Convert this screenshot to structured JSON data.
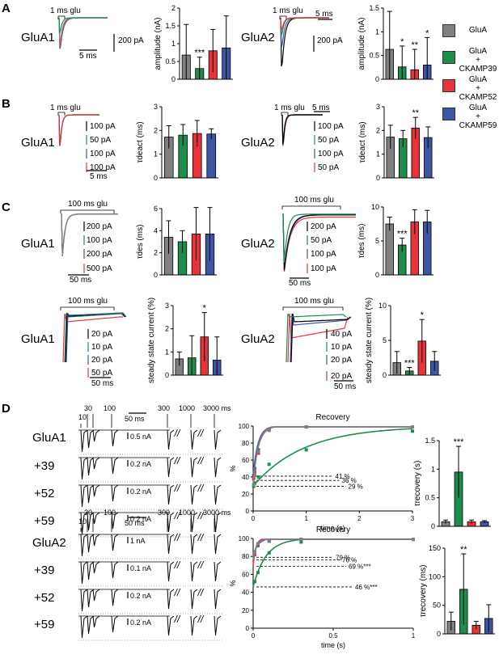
{
  "colors": {
    "gluA": "#808080",
    "ckamp39": "#1e8c4c",
    "ckamp52": "#e8333a",
    "ckamp59": "#3e55a5",
    "black": "#000000"
  },
  "panels": {
    "A": "A",
    "B": "B",
    "C": "C",
    "D": "D"
  },
  "receptors": {
    "glua1": "GluA1",
    "glua2": "GluA2"
  },
  "legend": [
    {
      "key": "gluA",
      "line1": "GluA",
      "line2": ""
    },
    {
      "key": "ckamp39",
      "line1": "GluA",
      "line2": "+ CKAMP39"
    },
    {
      "key": "ckamp52",
      "line1": "GluA",
      "line2": "+ CKAMP52"
    },
    {
      "key": "ckamp59",
      "line1": "GluA",
      "line2": "+ CKAMP59"
    }
  ],
  "trace_labels": {
    "a_glu1": "1 ms glu",
    "a_glu2": "1 ms glu",
    "a_scale1_y": "200 pA",
    "a_scale1_x": "5 ms",
    "a_scale2_y": "200 pA",
    "a_scale2_x": "5 ms",
    "b_glu1": "1 ms glu",
    "b_glu2": "1 ms glu",
    "b_scales1": [
      "100 pA",
      "50 pA",
      "100 pA",
      "100 pA"
    ],
    "b_time1": "5 ms",
    "b_scales2": [
      "100 pA",
      "50 pA",
      "100 pA",
      "50 pA"
    ],
    "b_time2": "5 ms",
    "c_glu1": "100 ms glu",
    "c_glu2": "100 ms glu",
    "c_glu3": "100 ms glu",
    "c_glu4": "100 ms glu",
    "c_scales1": [
      "200 pA",
      "100 pA",
      "200 pA",
      "500 pA"
    ],
    "c_time1": "50 ms",
    "c_scales2": [
      "200 pA",
      "50 pA",
      "100 pA",
      "100 pA"
    ],
    "c_time2": "50 ms",
    "c_scales3": [
      "20 pA",
      "10 pA",
      "20 pA",
      "50 pA"
    ],
    "c_time3": "50 ms",
    "c_scales4": [
      "40 pA",
      "10 pA",
      "20 pA",
      "20 pA"
    ],
    "c_time4": "50 ms"
  },
  "d_section": {
    "intervals": [
      "10",
      "30",
      "100",
      "300",
      "1000",
      "3000 ms"
    ],
    "time_scale": "50 ms",
    "rows1": [
      {
        "name": "GluA1",
        "scale": "0.5 nA"
      },
      {
        "name": "+39",
        "scale": "0.2 nA"
      },
      {
        "name": "+52",
        "scale": "0.2 nA"
      },
      {
        "name": "+59",
        "scale": "0.2 nA"
      }
    ],
    "rows2": [
      {
        "name": "GluA2",
        "scale": "1 nA"
      },
      {
        "name": "+39",
        "scale": "0.1 nA"
      },
      {
        "name": "+52",
        "scale": "0.2 nA"
      },
      {
        "name": "+59",
        "scale": "0.2 nA"
      }
    ],
    "break": "//"
  },
  "chart_data": [
    {
      "id": "a1",
      "type": "bar",
      "ylabel": "amplitude (nA)",
      "ylim": [
        0,
        2
      ],
      "ticks": [
        0,
        0.5,
        1,
        1.5,
        2
      ],
      "values": [
        0.68,
        0.3,
        0.8,
        0.88
      ],
      "errors": [
        0.86,
        0.32,
        0.6,
        0.9
      ],
      "stars": [
        "",
        "***",
        "",
        ""
      ]
    },
    {
      "id": "a2",
      "type": "bar",
      "ylabel": "amplitude (nA)",
      "ylim": [
        0,
        1.5
      ],
      "ticks": [
        0,
        0.5,
        1,
        1.5
      ],
      "values": [
        0.63,
        0.26,
        0.2,
        0.3
      ],
      "errors": [
        0.8,
        0.44,
        0.43,
        0.58
      ],
      "stars": [
        "",
        "*",
        "**",
        "*"
      ]
    },
    {
      "id": "b1",
      "type": "bar",
      "ylabel": "τdeact (ms)",
      "ylim": [
        0,
        3
      ],
      "ticks": [
        0,
        1,
        2,
        3
      ],
      "values": [
        1.72,
        1.8,
        1.87,
        1.85
      ],
      "errors": [
        0.48,
        0.45,
        0.55,
        0.22
      ],
      "stars": [
        "",
        "",
        "",
        ""
      ]
    },
    {
      "id": "b2",
      "type": "bar",
      "ylabel": "τdeact (ms)",
      "ylim": [
        0,
        3
      ],
      "ticks": [
        0,
        1,
        2,
        3
      ],
      "values": [
        1.72,
        1.65,
        2.1,
        1.7
      ],
      "errors": [
        0.5,
        0.35,
        0.45,
        0.45
      ],
      "stars": [
        "",
        "",
        "**",
        ""
      ]
    },
    {
      "id": "c1",
      "type": "bar",
      "ylabel": "τdes (ms)",
      "ylim": [
        0,
        6
      ],
      "ticks": [
        0,
        2,
        4,
        6
      ],
      "values": [
        3.4,
        3.0,
        3.7,
        3.7
      ],
      "errors": [
        1.5,
        1.0,
        2.4,
        2.4
      ],
      "stars": [
        "",
        "",
        "",
        ""
      ]
    },
    {
      "id": "c2",
      "type": "bar",
      "ylabel": "τdes (ms)",
      "ylim": [
        0,
        10
      ],
      "ticks": [
        0,
        5,
        10
      ],
      "values": [
        7.5,
        4.4,
        7.8,
        7.8
      ],
      "errors": [
        1.0,
        1.0,
        1.8,
        1.7
      ],
      "stars": [
        "",
        "***",
        "",
        ""
      ]
    },
    {
      "id": "c3",
      "type": "bar",
      "ylabel": "steady state current (%)",
      "ylim": [
        0,
        3
      ],
      "ticks": [
        0,
        1,
        2,
        3
      ],
      "values": [
        0.7,
        0.75,
        1.65,
        0.65
      ],
      "errors": [
        0.3,
        0.95,
        1.05,
        1.0
      ],
      "stars": [
        "",
        "",
        "*",
        ""
      ]
    },
    {
      "id": "c4",
      "type": "bar",
      "ylabel": "steady state current (%)",
      "ylim": [
        0,
        10
      ],
      "ticks": [
        0,
        5,
        10
      ],
      "values": [
        1.8,
        0.6,
        4.9,
        2.0
      ],
      "errors": [
        1.6,
        0.5,
        3.1,
        1.4
      ],
      "stars": [
        "",
        "***",
        "*",
        ""
      ]
    },
    {
      "id": "d1",
      "type": "line",
      "title": "Recovery",
      "ylabel": "%",
      "xlabel": "time (s)",
      "xlim": [
        0,
        3
      ],
      "ylim": [
        0,
        100
      ],
      "xticks": [
        0,
        1,
        2,
        3
      ],
      "yticks": [
        0,
        20,
        40,
        60,
        80,
        100
      ],
      "series": [
        {
          "key": "gluA",
          "plateau": 29,
          "tau": 0.09,
          "points": [
            [
              0.01,
              31
            ],
            [
              0.03,
              42
            ],
            [
              0.1,
              70
            ],
            [
              0.3,
              95
            ],
            [
              1,
              99
            ],
            [
              3,
              99
            ]
          ]
        },
        {
          "key": "ckamp39",
          "plateau": 29,
          "tau": 0.95,
          "points": [
            [
              0.01,
              29
            ],
            [
              0.03,
              33
            ],
            [
              0.1,
              40
            ],
            [
              0.3,
              55
            ],
            [
              1,
              72
            ],
            [
              3,
              94
            ]
          ]
        },
        {
          "key": "ckamp52",
          "plateau": 36,
          "tau": 0.1,
          "points": [
            [
              0.01,
              38
            ],
            [
              0.03,
              46
            ],
            [
              0.1,
              68
            ],
            [
              0.3,
              95
            ],
            [
              1,
              99
            ],
            [
              3,
              99
            ]
          ]
        },
        {
          "key": "ckamp59",
          "plateau": 41,
          "tau": 0.09,
          "points": [
            [
              0.01,
              42
            ],
            [
              0.03,
              50
            ],
            [
              0.1,
              72
            ],
            [
              0.3,
              96
            ],
            [
              1,
              99
            ],
            [
              3,
              99
            ]
          ]
        }
      ],
      "annotations": [
        {
          "y": 41,
          "text": "41 %"
        },
        {
          "y": 36,
          "text": "36 %"
        },
        {
          "y": 29,
          "text": "29 %"
        }
      ]
    },
    {
      "id": "d2",
      "type": "line",
      "title": "Recovery",
      "ylabel": "%",
      "xlabel": "time (s)",
      "xlim": [
        0,
        1
      ],
      "ylim": [
        0,
        100
      ],
      "xticks": [
        0,
        0.5,
        1
      ],
      "yticks": [
        0,
        20,
        40,
        60,
        80,
        100
      ],
      "series": [
        {
          "key": "gluA",
          "plateau": 76,
          "tau": 0.022,
          "points": [
            [
              0.01,
              84
            ],
            [
              0.03,
              94
            ],
            [
              0.1,
              98
            ],
            [
              0.3,
              99
            ],
            [
              1,
              99
            ]
          ]
        },
        {
          "key": "ckamp39",
          "plateau": 46,
          "tau": 0.08,
          "points": [
            [
              0.01,
              52
            ],
            [
              0.03,
              62
            ],
            [
              0.1,
              84
            ],
            [
              0.3,
              96
            ],
            [
              1,
              99
            ]
          ]
        },
        {
          "key": "ckamp52",
          "plateau": 69,
          "tau": 0.016,
          "points": [
            [
              0.01,
              82
            ],
            [
              0.03,
              94
            ],
            [
              0.1,
              98
            ],
            [
              0.3,
              99
            ],
            [
              1,
              99
            ]
          ]
        },
        {
          "key": "ckamp59",
          "plateau": 79,
          "tau": 0.028,
          "points": [
            [
              0.01,
              85
            ],
            [
              0.03,
              92
            ],
            [
              0.1,
              97
            ],
            [
              0.3,
              99
            ],
            [
              1,
              99
            ]
          ]
        }
      ],
      "annotations": [
        {
          "y": 79,
          "text": "79 %"
        },
        {
          "y": 76,
          "text": "76 %"
        },
        {
          "y": 69,
          "text": "69 %***"
        },
        {
          "y": 46,
          "text": "46 %***"
        }
      ]
    },
    {
      "id": "d3",
      "type": "bar",
      "ylabel": "τrecovery (s)",
      "ylim": [
        0,
        1.5
      ],
      "ticks": [
        0,
        0.5,
        1,
        1.5
      ],
      "values": [
        0.08,
        0.95,
        0.08,
        0.08
      ],
      "errors": [
        0.03,
        0.45,
        0.03,
        0.02
      ],
      "stars": [
        "",
        "***",
        "",
        ""
      ]
    },
    {
      "id": "d4",
      "type": "bar",
      "ylabel": "τrecovery (ms)",
      "ylim": [
        0,
        150
      ],
      "ticks": [
        0,
        50,
        100,
        150
      ],
      "values": [
        22,
        78,
        15,
        27
      ],
      "errors": [
        16,
        62,
        7,
        24
      ],
      "stars": [
        "",
        "**",
        "",
        ""
      ]
    }
  ]
}
